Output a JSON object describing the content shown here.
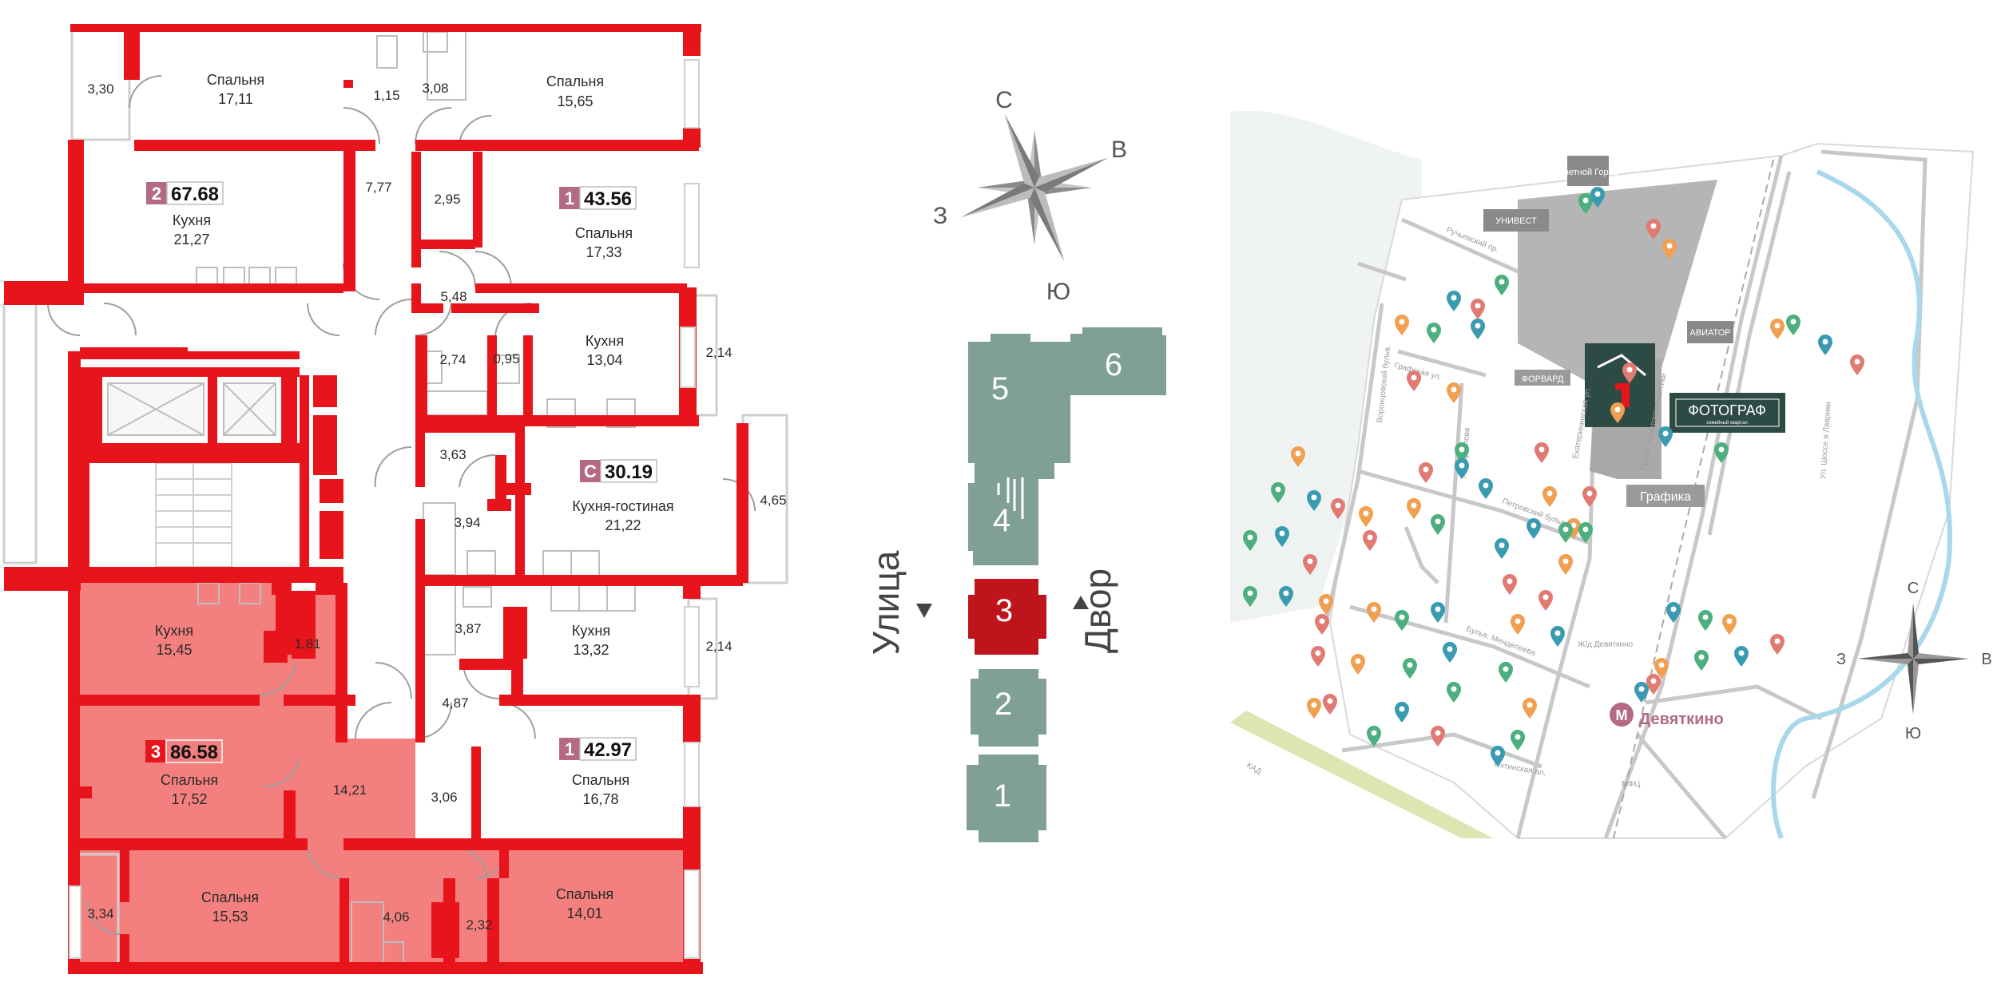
{
  "colors": {
    "wall": "#e8141c",
    "selected_fill": "#f3807e",
    "badge": "#b56a84",
    "section": "#7f9f97",
    "section_selected": "#c0141c",
    "map_dark": "#2d4b45",
    "map_block": "#a9a9a9"
  },
  "plan": {
    "rooms": [
      {
        "name": "Спальня",
        "area": "17,11"
      },
      {
        "name": "",
        "area": "1,15"
      },
      {
        "name": "",
        "area": "3,08"
      },
      {
        "name": "Спальня",
        "area": "15,65"
      },
      {
        "name": "",
        "area": "3,30"
      },
      {
        "name": "Кухня",
        "area": "21,27"
      },
      {
        "name": "",
        "area": "7,77"
      },
      {
        "name": "",
        "area": "2,95"
      },
      {
        "name": "Спальня",
        "area": "17,33"
      },
      {
        "name": "",
        "area": "5,48"
      },
      {
        "name": "",
        "area": "2,74"
      },
      {
        "name": "",
        "area": "0,95"
      },
      {
        "name": "Кухня",
        "area": "13,04"
      },
      {
        "name": "",
        "area": "2,14"
      },
      {
        "name": "",
        "area": "3,63"
      },
      {
        "name": "Кухня-гостиная",
        "area": "21,22"
      },
      {
        "name": "",
        "area": "3,94"
      },
      {
        "name": "",
        "area": "4,65"
      },
      {
        "name": "Кухня",
        "area": "15,45"
      },
      {
        "name": "",
        "area": "1,81"
      },
      {
        "name": "",
        "area": "3,87"
      },
      {
        "name": "Кухня",
        "area": "13,32"
      },
      {
        "name": "",
        "area": "2,14"
      },
      {
        "name": "",
        "area": "4,87"
      },
      {
        "name": "Спальня",
        "area": "17,52"
      },
      {
        "name": "",
        "area": "14,21"
      },
      {
        "name": "",
        "area": "3,06"
      },
      {
        "name": "Спальня",
        "area": "16,78"
      },
      {
        "name": "",
        "area": "3,34"
      },
      {
        "name": "Спальня",
        "area": "15,53"
      },
      {
        "name": "",
        "area": "4,06"
      },
      {
        "name": "",
        "area": "2,32"
      },
      {
        "name": "Спальня",
        "area": "14,01"
      }
    ],
    "badges": [
      {
        "rooms": "2",
        "area": "67.68"
      },
      {
        "rooms": "1",
        "area": "43.56"
      },
      {
        "rooms": "С",
        "area": "30.19"
      },
      {
        "rooms": "3",
        "area": "86.58"
      },
      {
        "rooms": "1",
        "area": "42.97"
      }
    ]
  },
  "section_scheme": {
    "sections": [
      "5",
      "6",
      "4",
      "3",
      "2",
      "1"
    ],
    "selected": "3",
    "left_label": "Улица",
    "right_label": "Двор"
  },
  "compass": {
    "north": "С",
    "east": "В",
    "south": "Ю",
    "west": "З"
  },
  "map": {
    "streets": [
      "Ручьевский пр.",
      "Воронцовский бульв.",
      "Графская ул.",
      "Ул. Шувалова",
      "Петровский бульв.",
      "Екатерининская ул.",
      "Ул. Шоссе в Лаврики",
      "Бульв. Менделеева",
      "Ж/д Девяткино",
      "Охтинская ал.",
      "КАД",
      "Просп. Авиаторов Балтики",
      "МФЦ"
    ],
    "places": [
      "ФОРВАРД",
      "АВИАТОР",
      "Графика",
      "Цветной Город",
      "УНИВЕСТ"
    ],
    "brand": "ФОТОГРАФ",
    "brand_sub": "семейный квартал",
    "metro": "Девяткино",
    "metro_logo": "M"
  }
}
